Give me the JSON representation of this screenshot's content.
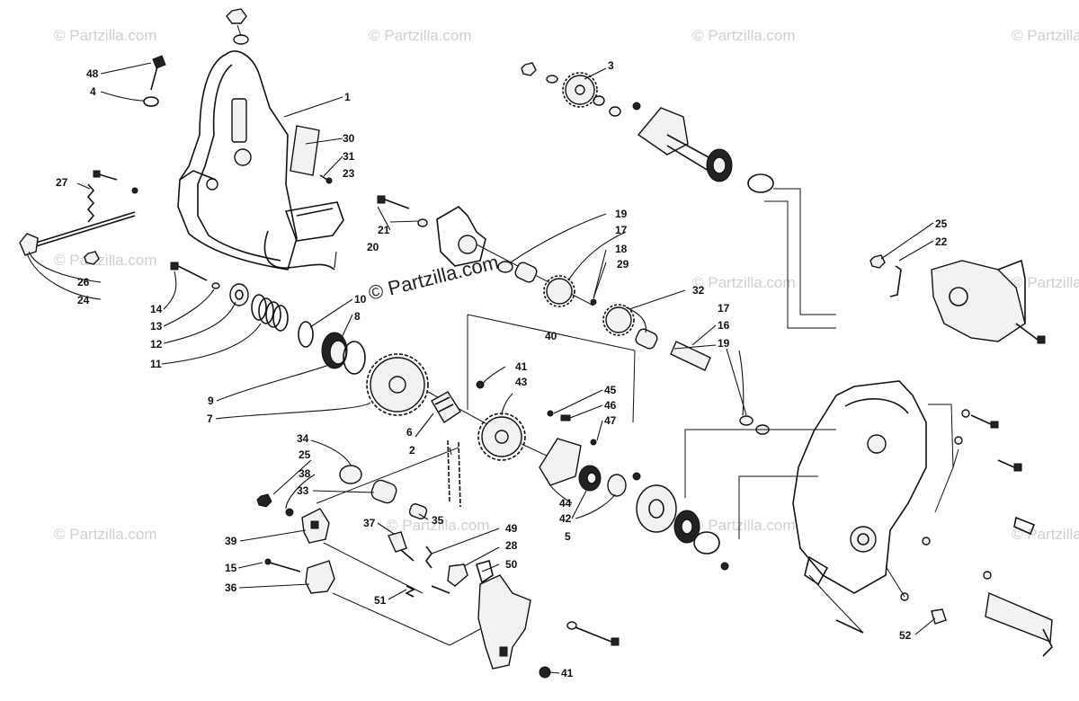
{
  "watermark": {
    "text": "© Partzilla.com",
    "center_text": "© Partzilla.com"
  },
  "callouts": {
    "c1": "1",
    "c2": "2",
    "c3": "3",
    "c4": "4",
    "c5": "5",
    "c6": "6",
    "c7": "7",
    "c8": "8",
    "c9": "9",
    "c10": "10",
    "c11": "11",
    "c12": "12",
    "c13": "13",
    "c14": "14",
    "c15": "15",
    "c16": "16",
    "c17a": "17",
    "c17b": "17",
    "c18": "18",
    "c19a": "19",
    "c19b": "19",
    "c20": "20",
    "c21": "21",
    "c22": "22",
    "c23": "23",
    "c24": "24",
    "c25a": "25",
    "c25b": "25",
    "c26": "26",
    "c27": "27",
    "c28": "28",
    "c29": "29",
    "c30": "30",
    "c31": "31",
    "c32": "32",
    "c33": "33",
    "c34": "34",
    "c35": "35",
    "c36": "36",
    "c37": "37",
    "c38": "38",
    "c39": "39",
    "c40": "40",
    "c41a": "41",
    "c41b": "41",
    "c42": "42",
    "c43": "43",
    "c44": "44",
    "c45": "45",
    "c46": "46",
    "c47": "47",
    "c48": "48",
    "c49": "49",
    "c50": "50",
    "c51": "51",
    "c52": "52"
  }
}
